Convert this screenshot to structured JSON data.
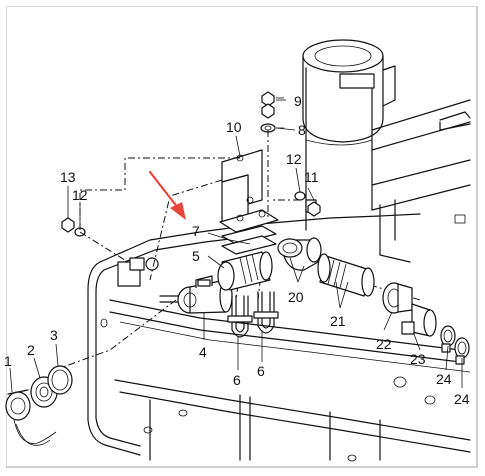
{
  "callouts": [
    {
      "id": "c1",
      "text": "1"
    },
    {
      "id": "c2",
      "text": "2"
    },
    {
      "id": "c3",
      "text": "3"
    },
    {
      "id": "c4",
      "text": "4"
    },
    {
      "id": "c5",
      "text": "5"
    },
    {
      "id": "c6a",
      "text": "6"
    },
    {
      "id": "c6b",
      "text": "6"
    },
    {
      "id": "c7",
      "text": "7"
    },
    {
      "id": "c8",
      "text": "8"
    },
    {
      "id": "c9",
      "text": "9"
    },
    {
      "id": "c10",
      "text": "10"
    },
    {
      "id": "c11",
      "text": "11"
    },
    {
      "id": "c12a",
      "text": "12"
    },
    {
      "id": "c12b",
      "text": "12"
    },
    {
      "id": "c13",
      "text": "13"
    },
    {
      "id": "c20",
      "text": "20"
    },
    {
      "id": "c21",
      "text": "21"
    },
    {
      "id": "c22",
      "text": "22"
    },
    {
      "id": "c23",
      "text": "23"
    },
    {
      "id": "c24a",
      "text": "24"
    },
    {
      "id": "c24b",
      "text": "24"
    }
  ],
  "colors": {
    "line": "#111111",
    "arrow": "#e8463a",
    "frame": "#d9d9d9"
  }
}
